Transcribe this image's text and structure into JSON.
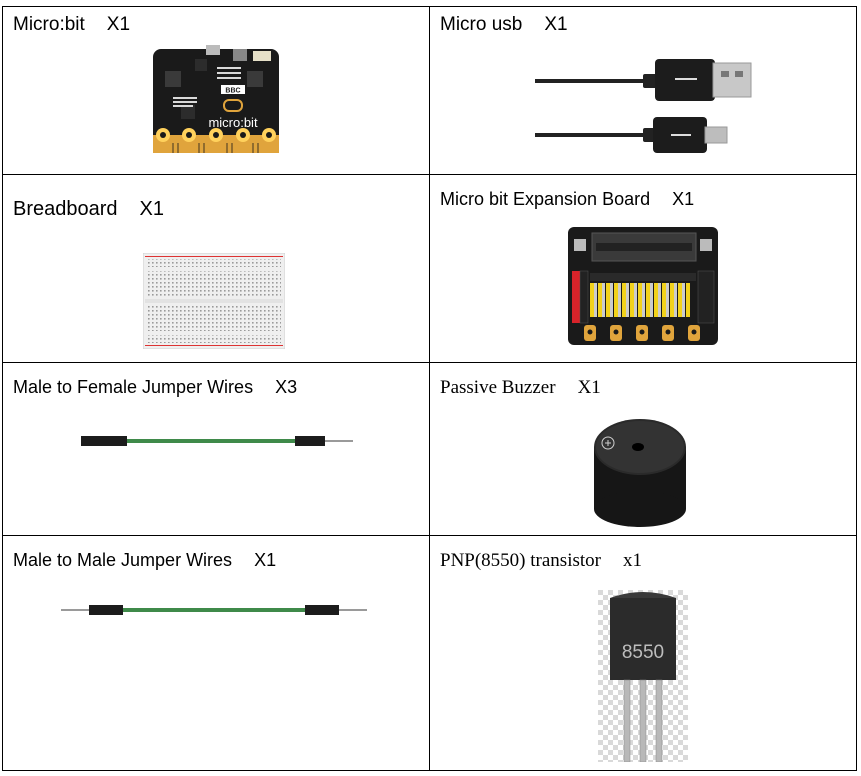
{
  "items": [
    {
      "name": "Micro:bit",
      "qty": "X1"
    },
    {
      "name": "Micro usb",
      "qty": "X1"
    },
    {
      "name": "Breadboard",
      "qty": "X1"
    },
    {
      "name": "Micro bit Expansion Board",
      "qty": "X1"
    },
    {
      "name": "Male to Female Jumper Wires",
      "qty": "X3"
    },
    {
      "name": "Passive Buzzer",
      "qty": "X1"
    },
    {
      "name": "Male to Male Jumper Wires",
      "qty": "X1"
    },
    {
      "name": "PNP(8550) transistor",
      "qty": "x1"
    }
  ],
  "artwork": {
    "microbit_logo_text": "micro:bit",
    "microbit_badge_text": "BBC",
    "transistor_marking": "8550"
  },
  "colors": {
    "board_black": "#1a1a1a",
    "gold_pads": "#e0a43c",
    "wire_green": "#3f8a4a",
    "header_yellow": "#f2d21b",
    "header_red": "#d8232a"
  }
}
